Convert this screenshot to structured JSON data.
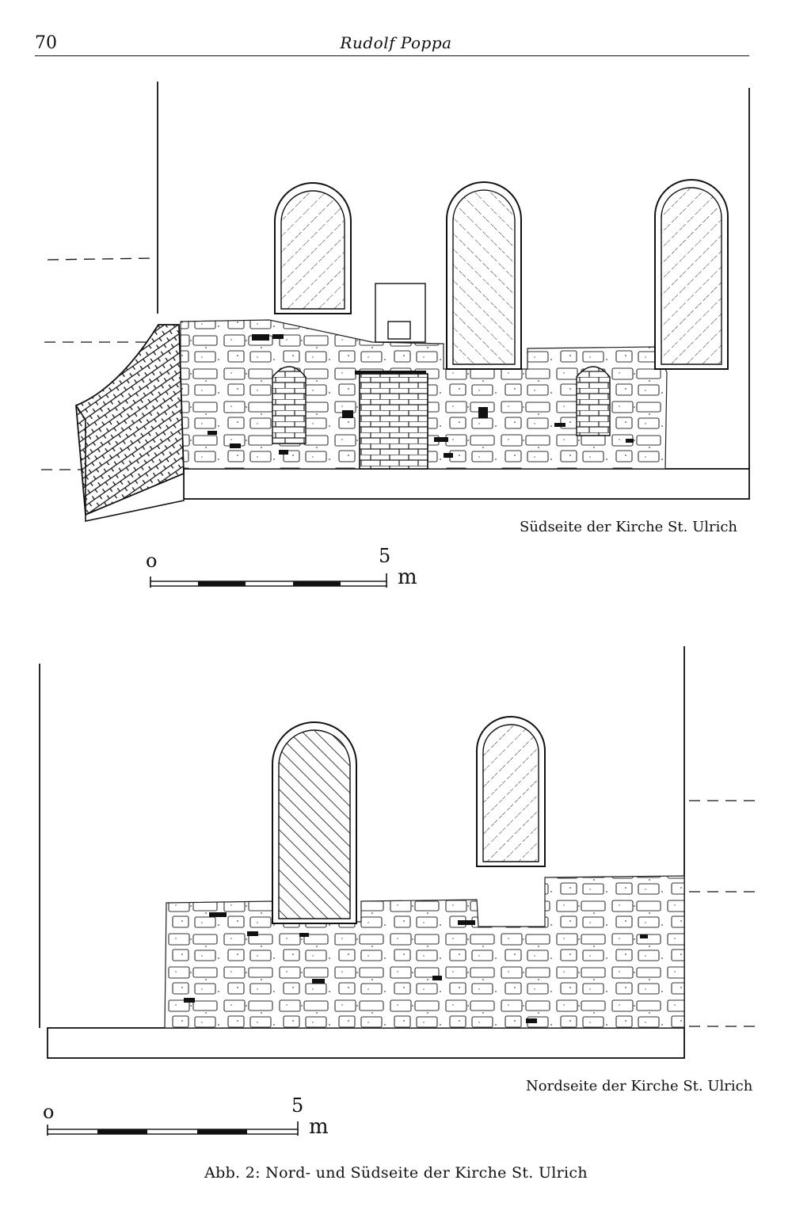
{
  "header": {
    "page_number": "70",
    "running_title": "Rudolf Poppa"
  },
  "figures": {
    "south": {
      "caption": "Südseite der Kirche St. Ulrich",
      "scale": {
        "start": "o",
        "end": "5",
        "unit": "m"
      }
    },
    "north": {
      "caption": "Nordseite der Kirche St. Ulrich",
      "scale": {
        "start": "o",
        "end": "5",
        "unit": "m"
      }
    }
  },
  "figure_caption": "Abb. 2: Nord- und Südseite der Kirche St. Ulrich"
}
